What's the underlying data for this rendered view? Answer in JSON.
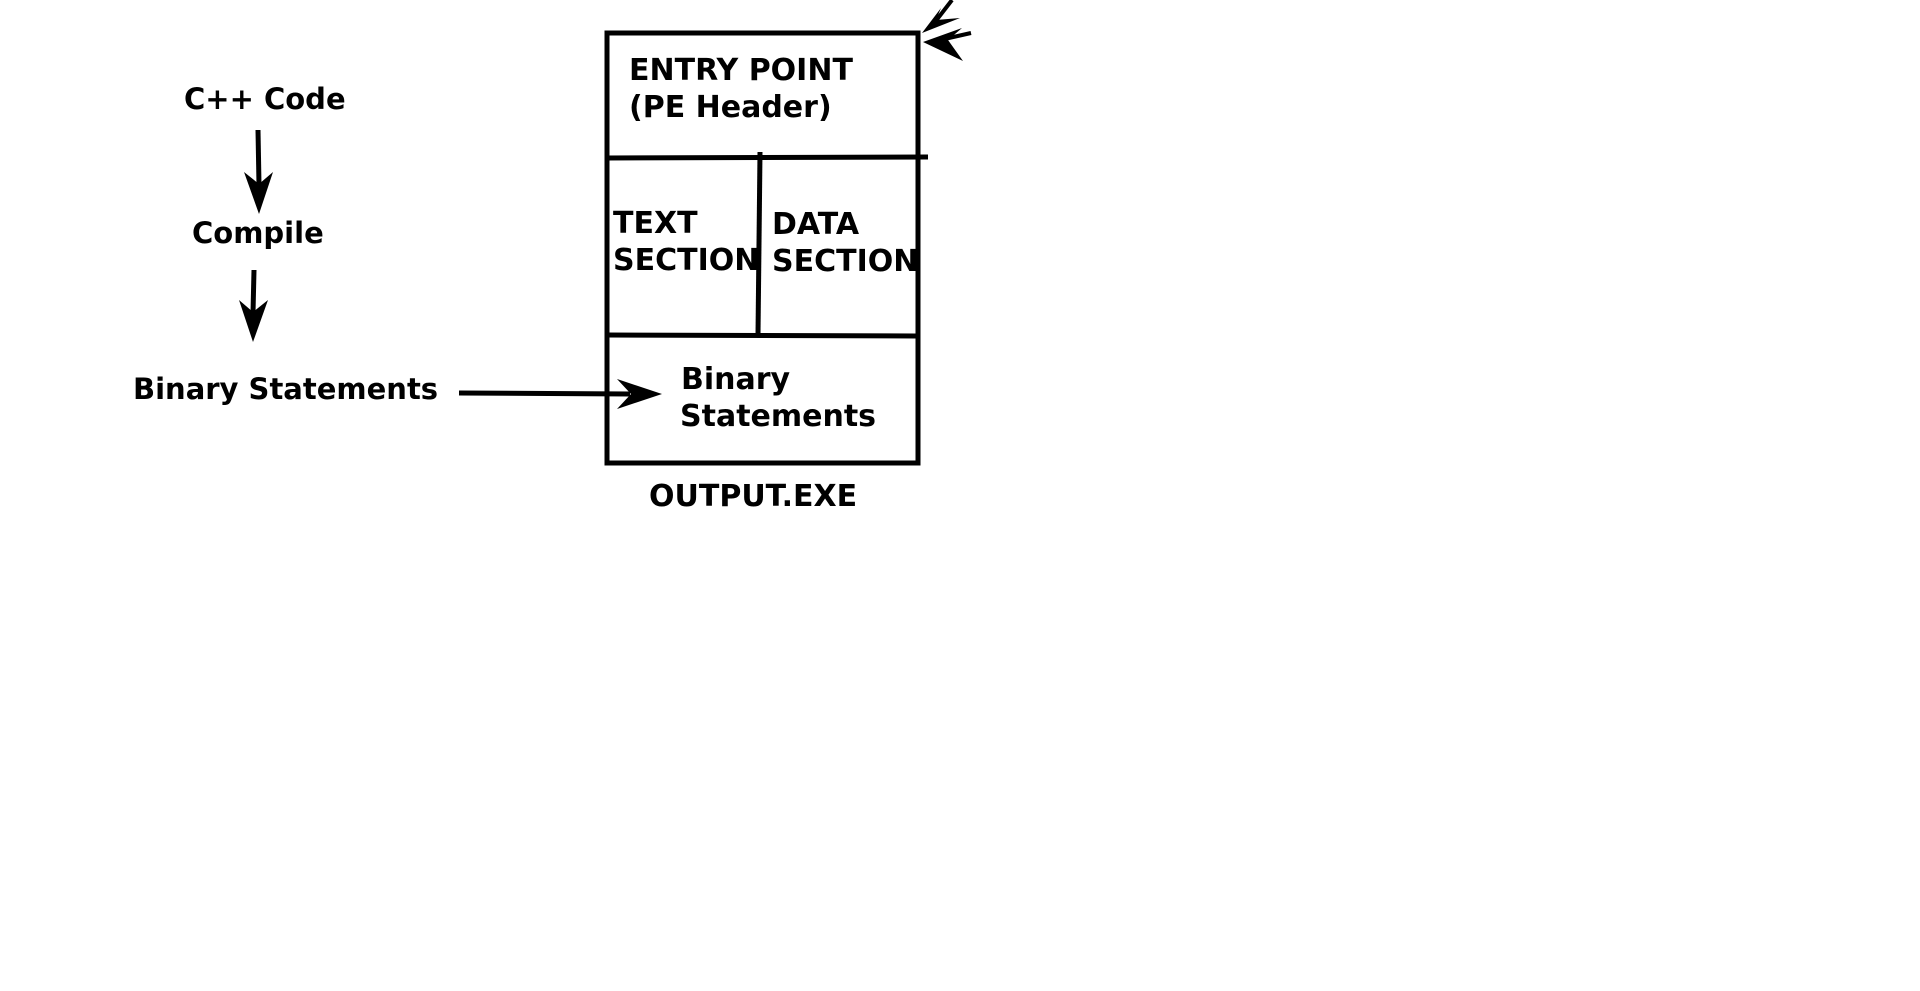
{
  "flow": {
    "source": "C++ Code",
    "step": "Compile",
    "result": "Binary Statements"
  },
  "exe": {
    "entry_line1": "ENTRY POINT",
    "entry_line2": "(PE Header)",
    "text_line1": "TEXT",
    "text_line2": "SECTION",
    "data_line1": "DATA",
    "data_line2": "SECTION",
    "binary_line1": "Binary",
    "binary_line2": "Statements",
    "caption": "OUTPUT.EXE"
  },
  "colors": {
    "ink": "#000000",
    "background": "#ffffff"
  }
}
